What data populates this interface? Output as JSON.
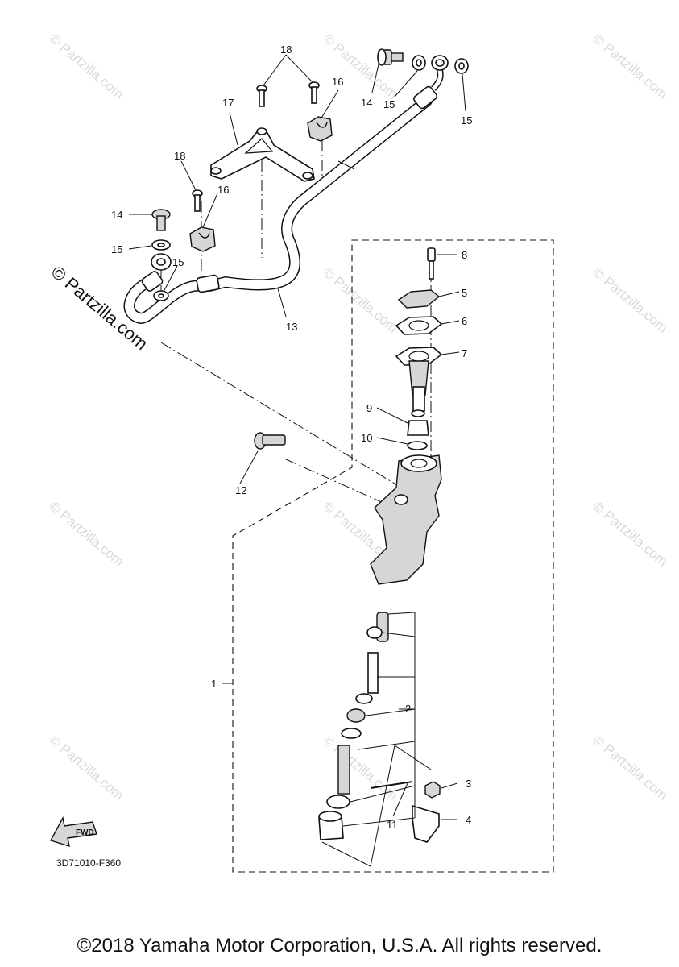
{
  "watermark": {
    "text": "© Partzilla.com",
    "color": "#d9d9d9"
  },
  "diagram_code": "3D71010-F360",
  "fwd_label": "FWD",
  "copyright": "©2018 Yamaha Motor Corporation, U.S.A. All rights reserved.",
  "callouts": {
    "c1": "1",
    "c2": "2",
    "c3": "3",
    "c4": "4",
    "c5": "5",
    "c6": "6",
    "c7": "7",
    "c8": "8",
    "c9": "9",
    "c10": "10",
    "c11": "11",
    "c12": "12",
    "c13": "13",
    "c14a": "14",
    "c14b": "14",
    "c15a": "15",
    "c15b": "15",
    "c15c": "15",
    "c15d": "15",
    "c16a": "16",
    "c16b": "16",
    "c17": "17",
    "c18a": "18",
    "c18b": "18"
  }
}
